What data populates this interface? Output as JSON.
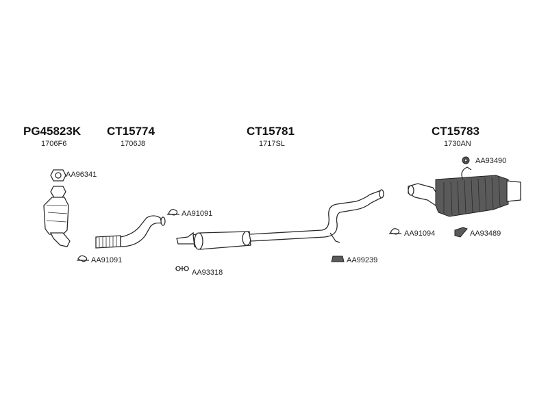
{
  "groups": [
    {
      "code": "PG45823K",
      "oe": "1706F6"
    },
    {
      "code": "CT15774",
      "oe": "1706J8"
    },
    {
      "code": "CT15781",
      "oe": "1717SL"
    },
    {
      "code": "CT15783",
      "oe": "1730AN"
    }
  ],
  "refs": {
    "gasket_cat": "AA96341",
    "clamp_cat": "AA91091",
    "clamp_flex": "AA91091",
    "bolt_mid": "AA93318",
    "mount_mid": "AA99239",
    "rubber_rear": "AA93490",
    "clamp_rear": "AA91094",
    "bracket_rear": "AA93489"
  }
}
